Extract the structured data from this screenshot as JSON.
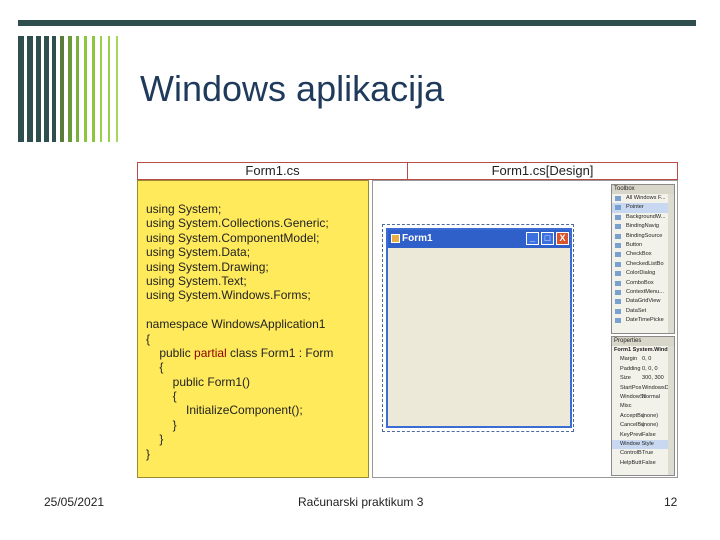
{
  "slide": {
    "title": "Windows aplikacija",
    "date": "25/05/2021",
    "course": "Računarski praktikum 3",
    "page_number": "12"
  },
  "tabs": [
    {
      "label": "Form1.cs"
    },
    {
      "label": "Form1.cs[Design]"
    }
  ],
  "code_lines": [
    "using System;",
    "using System.Collections.Generic;",
    "using System.ComponentModel;",
    "using System.Data;",
    "using System.Drawing;",
    "using System.Text;",
    "using System.Windows.Forms;",
    "",
    "namespace WindowsApplication1",
    "{",
    "    public partial class Form1 : Form",
    "    {",
    "        public Form1()",
    "        {",
    "            InitializeComponent();",
    "        }",
    "    }",
    "}"
  ],
  "highlight_word": "partial",
  "designer": {
    "form_title": "Form1",
    "window_buttons": {
      "minimize": "_",
      "maximize": "□",
      "close": "X"
    }
  },
  "toolbox": {
    "title": "Toolbox",
    "items": [
      "All Windows F...",
      "Pointer",
      "BackgroundW...",
      "BindingNavig",
      "BindingSource",
      "Button",
      "CheckBox",
      "CheckedListBo",
      "ColorDialog",
      "ComboBox",
      "ContextMenu...",
      "DataGridView",
      "DataSet",
      "DateTimePicke"
    ]
  },
  "properties": {
    "title": "Properties",
    "object": "Form1 System.Windo",
    "rows": [
      {
        "k": "Margin",
        "v": "0, 0"
      },
      {
        "k": "Padding",
        "v": "0, 0, 0"
      },
      {
        "k": "Size",
        "v": "300, 300"
      },
      {
        "k": "StartPos",
        "v": "WindowsD"
      },
      {
        "k": "WindowSt",
        "v": "Normal"
      },
      {
        "k": "Misc",
        "v": ""
      },
      {
        "k": "AcceptBu",
        "v": "(none)"
      },
      {
        "k": "CancelBu",
        "v": "(none)"
      },
      {
        "k": "KeyPrevi",
        "v": "False"
      },
      {
        "k": "Window Style",
        "v": ""
      },
      {
        "k": "ControlB",
        "v": "True"
      },
      {
        "k": "HelpButt",
        "v": "False"
      }
    ]
  },
  "colors": {
    "code_bg": "#ffea5c",
    "title_color": "#1f3a5a",
    "deco_green": "#8cc63f",
    "deco_dark": "#2f4f4f"
  }
}
